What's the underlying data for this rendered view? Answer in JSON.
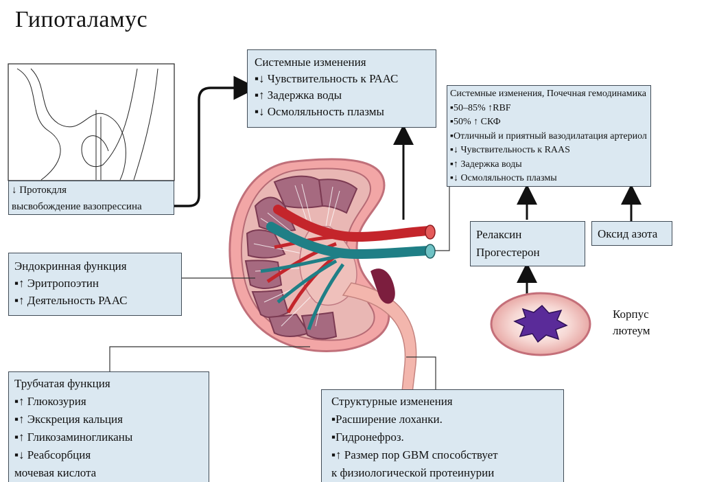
{
  "title": "Гипоталамус",
  "hypothalamus_box": {
    "lines": [
      "↓ Протокдля",
      "высвобождение вазопрессина"
    ]
  },
  "systemic_top": {
    "lines": [
      "Системные изменения",
      "▪↓ Чувствительность к РААС",
      "▪↑ Задержка воды",
      "▪↓ Осмоляльность плазмы"
    ]
  },
  "systemic_right": {
    "lines": [
      "Системные изменения, Почечная гемодинамика",
      "▪50–85% ↑RBF",
      "▪50% ↑ СКФ",
      "▪Отличный и приятный вазодилатация артериол",
      "▪↓ Чувствительность к RAAS",
      "▪↑ Задержка воды",
      "▪↓ Осмоляльность плазмы"
    ]
  },
  "relaxin": {
    "lines": [
      "Релаксин",
      "Прогестерон"
    ]
  },
  "nitric": {
    "lines": [
      "Оксид азота"
    ]
  },
  "corpus": {
    "lines": [
      "Корпус",
      "лютеум"
    ]
  },
  "endocrine": {
    "lines": [
      "Эндокринная функция",
      "▪↑ Эритропоэтин",
      "▪↑ Деятельность РААС"
    ]
  },
  "tubular": {
    "lines": [
      "Трубчатая функция",
      "▪↑ Глюкозурия",
      "▪↑ Экскреция кальция",
      "▪↑ Гликозаминогликаны",
      "▪↓ Реабсорбция",
      "мочевая кислота"
    ]
  },
  "structural": {
    "lines": [
      "Структурные изменения",
      "▪Расширение лоханки.",
      "▪Гидронефроз.",
      "▪↑ Размер пор GBM способствует",
      "к физиологической протеинурии"
    ]
  },
  "colors": {
    "box_fill": "#dbe8f1",
    "kidney_outer": "#f2a6a6",
    "kidney_inner": "#a56b7d",
    "artery": "#c4252b",
    "vein": "#1f7f86",
    "ureter": "#f3b6ad",
    "corpus_lumen": "#5a2b99"
  }
}
